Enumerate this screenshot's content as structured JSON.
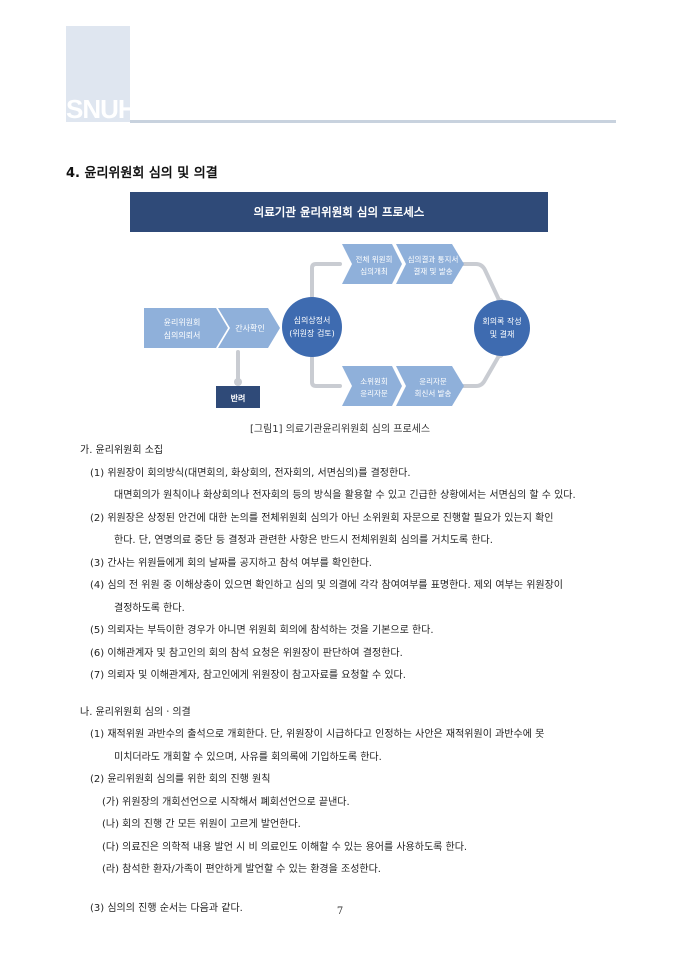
{
  "header": {
    "logo_text": "SNUH"
  },
  "section": {
    "title": "4. 윤리위원회 심의 및 의결"
  },
  "diagram": {
    "title": "의료기관 윤리위원회 심의 프로세스",
    "nodes": {
      "request": [
        "윤리위원회",
        "심의의뢰서"
      ],
      "secretary": "간사확인",
      "chair": [
        "심의상정서",
        "(위원장 검토)"
      ],
      "full_meeting": [
        "전체 위원회",
        "심의개최"
      ],
      "full_notice": [
        "심의결과 통지서",
        "결재 및 발송"
      ],
      "sub_committee": [
        "소위원회",
        "윤리자문"
      ],
      "sub_reply": [
        "윤리자문",
        "회신서 발송"
      ],
      "minutes": [
        "회의록 작성",
        "및 결재"
      ],
      "reject": "반려"
    },
    "colors": {
      "navy": "#2f4a78",
      "node_blue": "#8fb0da",
      "circle_blue": "#3e6bb0",
      "connector": "#c9ccd2"
    }
  },
  "caption": "[그림1] 의료기관윤리위원회 심의 프로세스",
  "subsection_a": {
    "title": "가. 윤리위원회 소집",
    "items": [
      "(1) 위원장이 회의방식(대면회의, 화상회의, 전자회의, 서면심의)를 결정한다.",
      "대면회의가 원칙이나 화상회의나 전자회의 등의 방식을 활용할 수 있고 긴급한 상황에서는 서면심의 할 수 있다.",
      "(2) 위원장은 상정된 안건에 대한 논의를 전체위원회 심의가 아닌 소위원회 자문으로 진행할 필요가 있는지 확인",
      "한다. 단, 연명의료 중단 등 결정과 관련한 사항은 반드시 전체위원회 심의를 거치도록 한다.",
      "(3) 간사는 위원들에게 회의 날짜를 공지하고 참석 여부를 확인한다.",
      "(4) 심의 전 위원 중 이해상충이 있으면 확인하고 심의 및 의결에 각각 참여여부를 표명한다. 제외 여부는 위원장이",
      "결정하도록 한다.",
      "(5) 의뢰자는 부득이한 경우가 아니면 위원회 회의에 참석하는 것을 기본으로 한다.",
      "(6) 이해관계자 및 참고인의 회의 참석 요청은 위원장이 판단하여 결정한다.",
      "(7) 의뢰자 및 이해관계자, 참고인에게 위원장이 참고자료를 요청할 수 있다."
    ]
  },
  "subsection_b": {
    "title": "나. 윤리위원회 심의ㆍ의결",
    "items": [
      "(1) 재적위원 과반수의 출석으로 개회한다. 단, 위원장이 시급하다고 인정하는 사안은 재적위원이 과반수에 못",
      "미치더라도 개회할 수 있으며, 사유를 회의록에 기입하도록 한다.",
      "(2) 윤리위원회 심의를 위한 회의 진행 원칙",
      "(가) 위원장의 개회선언으로 시작해서 폐회선언으로 끝낸다.",
      "(나) 회의 진행 간 모든 위원이 고르게 발언한다.",
      "(다) 의료진은 의학적 내용 발언 시 비 의료인도 이해할 수 있는 용어를 사용하도록 한다.",
      "(라) 참석한 환자/가족이 편안하게 발언할 수 있는 환경을 조성한다.",
      "(3) 심의의 진행 순서는 다음과 같다."
    ]
  },
  "page_number": "7"
}
